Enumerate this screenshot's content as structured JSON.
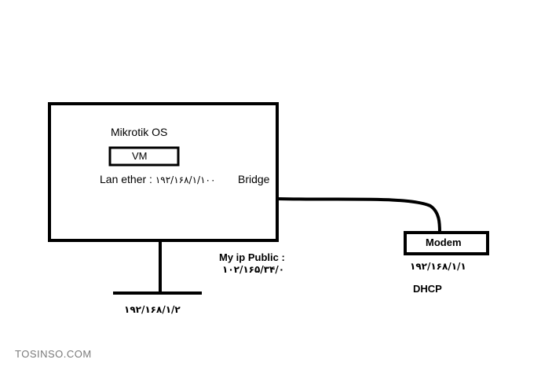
{
  "server": {
    "os_label": "Mikrotik OS",
    "vm_label": "VM",
    "lan_label": "Lan ether : ",
    "lan_ip": "۱۹۲/۱۶۸/۱/۱۰۰",
    "bridge_label": "Bridge"
  },
  "public": {
    "label": "My ip Public :",
    "ip": "۱۰۲/۱۶۵/۳۴/۰"
  },
  "modem": {
    "label": "Modem",
    "ip": "۱۹۲/۱۶۸/۱/۱",
    "mode": "DHCP"
  },
  "host": {
    "ip": "۱۹۲/۱۶۸/۱/۲"
  },
  "watermark": "TOSINSO.COM",
  "colors": {
    "line": "#000000",
    "watermark": "#7a7a7a"
  }
}
